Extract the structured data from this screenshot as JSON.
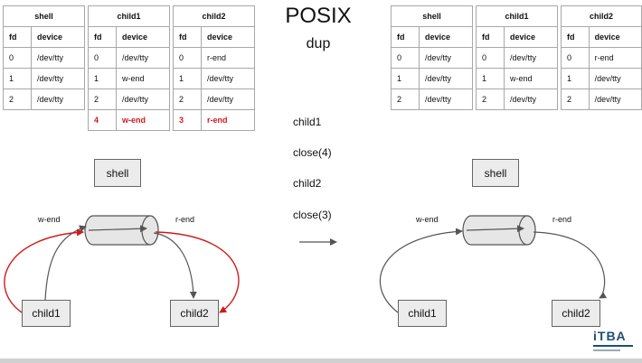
{
  "slide": {
    "title": "POSIX",
    "subtitle": "dup",
    "steps": [
      "child1",
      "close(4)",
      "child2",
      "close(3)"
    ],
    "logo_text": "iTBA"
  },
  "tables": {
    "headers": {
      "fd": "fd",
      "device": "device"
    },
    "left": [
      {
        "name": "shell",
        "rows": [
          [
            "0",
            "/dev/tty"
          ],
          [
            "1",
            "/dev/tty"
          ],
          [
            "2",
            "/dev/tty"
          ]
        ]
      },
      {
        "name": "child1",
        "rows": [
          [
            "0",
            "/dev/tty"
          ],
          [
            "1",
            "w-end"
          ],
          [
            "2",
            "/dev/tty"
          ],
          [
            "4",
            "w-end"
          ]
        ],
        "highlight_row": 3
      },
      {
        "name": "child2",
        "rows": [
          [
            "0",
            "r-end"
          ],
          [
            "1",
            "/dev/tty"
          ],
          [
            "2",
            "/dev/tty"
          ],
          [
            "3",
            "r-end"
          ]
        ],
        "highlight_row": 3
      }
    ],
    "right": [
      {
        "name": "shell",
        "rows": [
          [
            "0",
            "/dev/tty"
          ],
          [
            "1",
            "/dev/tty"
          ],
          [
            "2",
            "/dev/tty"
          ]
        ]
      },
      {
        "name": "child1",
        "rows": [
          [
            "0",
            "/dev/tty"
          ],
          [
            "1",
            "w-end"
          ],
          [
            "2",
            "/dev/tty"
          ]
        ]
      },
      {
        "name": "child2",
        "rows": [
          [
            "0",
            "r-end"
          ],
          [
            "1",
            "/dev/tty"
          ],
          [
            "2",
            "/dev/tty"
          ]
        ]
      }
    ]
  },
  "diagram": {
    "shell_label": "shell",
    "child1_label": "child1",
    "child2_label": "child2",
    "w_end_label": "w-end",
    "r_end_label": "r-end",
    "highlight_color": "#d11a1a"
  }
}
